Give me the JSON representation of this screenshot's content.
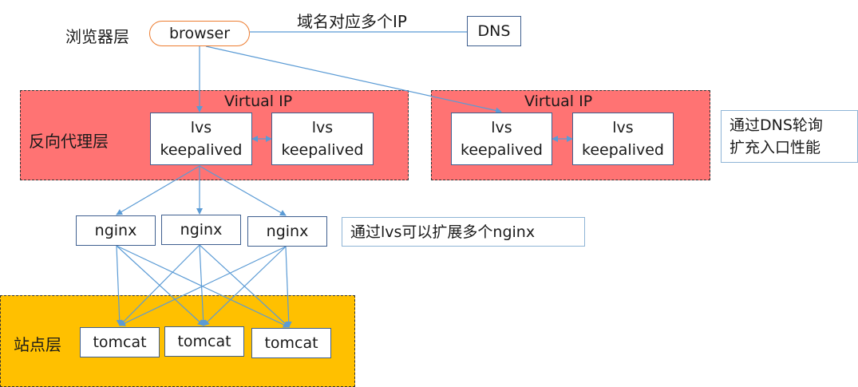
{
  "browser_layer": {
    "label": "浏览器层",
    "node": "browser"
  },
  "dns": {
    "node": "DNS",
    "edge_label": "域名对应多个IP"
  },
  "proxy_layer": {
    "label": "反向代理层",
    "clusters": [
      {
        "virtual_ip": "Virtual IP",
        "nodes": [
          {
            "line1": "lvs",
            "line2": "keepalived"
          },
          {
            "line1": "lvs",
            "line2": "keepalived"
          }
        ]
      },
      {
        "virtual_ip": "Virtual IP",
        "nodes": [
          {
            "line1": "lvs",
            "line2": "keepalived"
          },
          {
            "line1": "lvs",
            "line2": "keepalived"
          }
        ]
      }
    ]
  },
  "dns_note": {
    "line1": "通过DNS轮询",
    "line2": "扩充入口性能"
  },
  "nginx_layer": {
    "nodes": [
      "nginx",
      "nginx",
      "nginx"
    ],
    "note": "通过lvs可以扩展多个nginx"
  },
  "site_layer": {
    "label": "站点层",
    "nodes": [
      "tomcat",
      "tomcat",
      "tomcat"
    ]
  },
  "colors": {
    "proxy_region": "#ff7373",
    "site_region": "#ffc000",
    "arrow": "#5b9bd5",
    "browser_border": "#ed7d31"
  }
}
